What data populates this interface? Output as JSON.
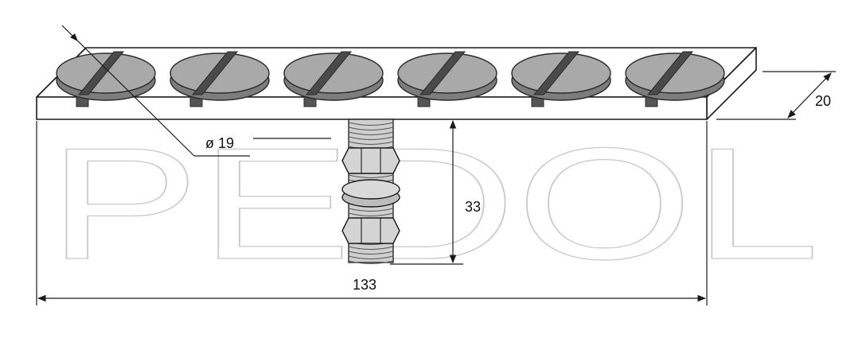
{
  "watermark": {
    "text": "PEDOL"
  },
  "dimensions": {
    "diameter": "ø 19",
    "depth": "20",
    "height": "33",
    "length": "133"
  },
  "screws": {
    "count": 6
  },
  "colors": {
    "screw_fill": "#a9a9a9",
    "screw_edge": "#2b2b2b",
    "line": "#1a1a1a",
    "watermark_stroke": "#c9c9c9"
  }
}
